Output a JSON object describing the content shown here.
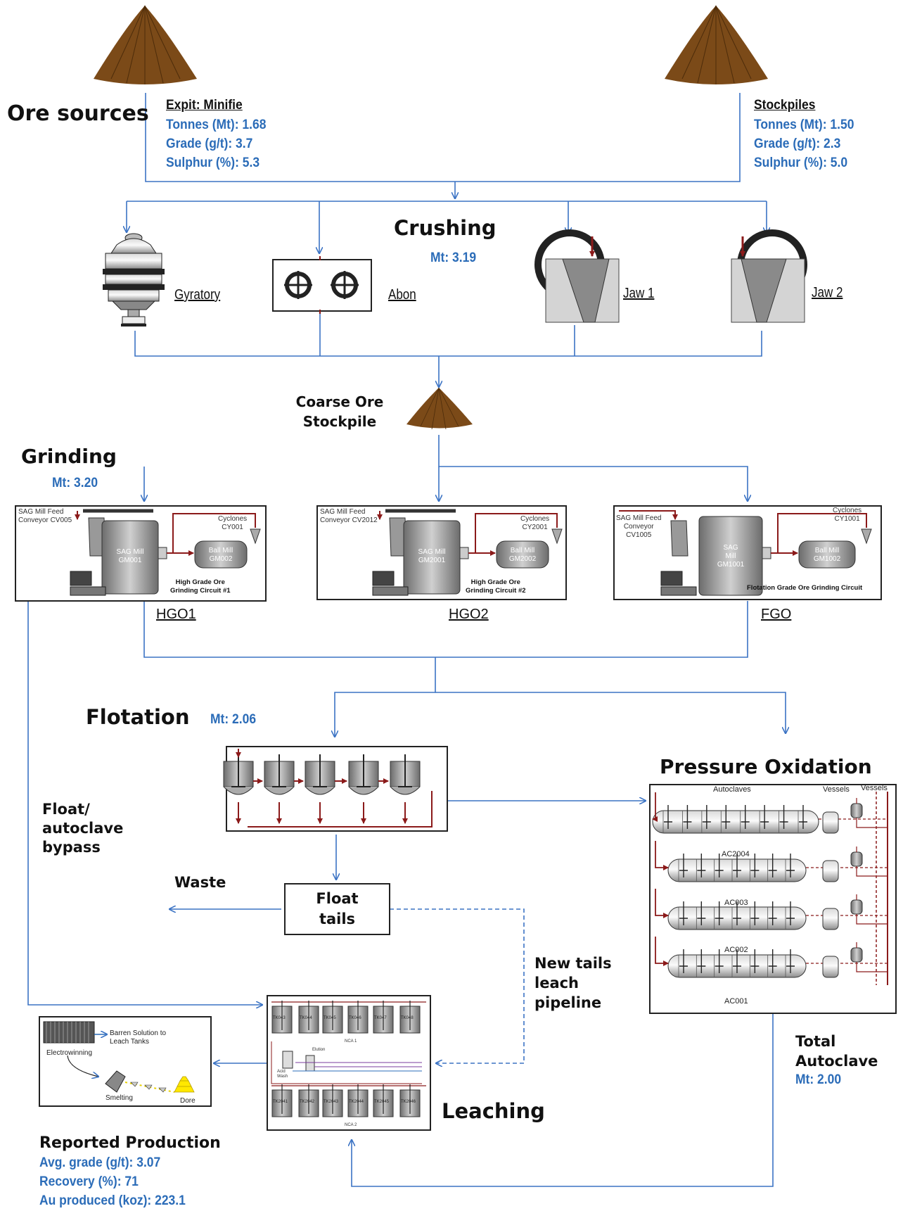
{
  "ore_sources": {
    "title": "Ore sources",
    "expit": {
      "name": "Expit: Minifie",
      "tonnes": "Tonnes (Mt): 1.68",
      "grade": "Grade (g/t): 3.7",
      "sulphur": "Sulphur (%): 5.3"
    },
    "stockpiles": {
      "name": "Stockpiles",
      "tonnes": "Tonnes (Mt): 1.50",
      "grade": "Grade (g/t): 2.3",
      "sulphur": "Sulphur (%): 5.0"
    }
  },
  "crushing": {
    "title": "Crushing",
    "mt": "Mt: 3.19",
    "crushers": [
      "Gyratory",
      "Abon",
      "Jaw 1",
      "Jaw 2"
    ]
  },
  "coarse_ore": {
    "line1": "Coarse Ore",
    "line2": "Stockpile"
  },
  "grinding": {
    "title": "Grinding",
    "mt": "Mt: 3.20",
    "circuits": [
      {
        "label": "HGO1",
        "feed_line1": "SAG Mill Feed",
        "feed_line2": "Conveyor CV005",
        "cyclones_line1": "Cyclones",
        "cyclones_line2": "CY001",
        "sag_line1": "SAG Mill",
        "sag_line2": "GM001",
        "ball_line1": "Ball Mill",
        "ball_line2": "GM002",
        "caption_line1": "High Grade Ore",
        "caption_line2": "Grinding Circuit #1"
      },
      {
        "label": "HGO2",
        "feed_line1": "SAG Mill Feed",
        "feed_line2": "Conveyor CV2012",
        "cyclones_line1": "Cyclones",
        "cyclones_line2": "CY2001",
        "sag_line1": "SAG Mill",
        "sag_line2": "GM2001",
        "ball_line1": "Ball Mill",
        "ball_line2": "GM2002",
        "caption_line1": "High Grade Ore",
        "caption_line2": "Grinding Circuit #2"
      },
      {
        "label": "FGO",
        "feed_line1": "SAG Mill Feed",
        "feed_line2": "Conveyor",
        "feed_line3": "CV1005",
        "cyclones_line1": "Cyclones",
        "cyclones_line2": "CY1001",
        "sag_line1": "SAG",
        "sag_line2": "Mill",
        "sag_line3": "GM1001",
        "ball_line1": "Ball Mill",
        "ball_line2": "GM1002",
        "caption_line1": "Flotation Grade Ore Grinding Circuit"
      }
    ]
  },
  "flotation": {
    "title": "Flotation",
    "mt": "Mt: 2.06"
  },
  "bypass": {
    "line1": "Float/",
    "line2": "autoclave",
    "line3": "bypass"
  },
  "waste": "Waste",
  "float_tails": {
    "line1": "Float",
    "line2": "tails"
  },
  "new_tails": {
    "line1": "New tails",
    "line2": "leach",
    "line3": "pipeline"
  },
  "pressure_oxidation": {
    "title": "Pressure Oxidation",
    "autoclaves_label": "Autoclaves",
    "vessels_label_1": "Vessels",
    "vessels_label_2": "Vessels",
    "units": [
      "AC2004",
      "AC003",
      "AC002",
      "AC001"
    ]
  },
  "total_autoclave": {
    "line1": "Total",
    "line2": "Autoclave",
    "mt": "Mt: 2.00"
  },
  "leaching": {
    "title": "Leaching",
    "tanks_top": [
      "TK043",
      "TK044",
      "TK045",
      "TK046",
      "TK047",
      "TK048"
    ],
    "tanks_bottom": [
      "TK2041",
      "TK2042",
      "TK2043",
      "TK2044",
      "TK2045",
      "TK2046"
    ],
    "nca1": "NCA 1",
    "nca2": "NCA 2",
    "acid_wash_line1": "Acid",
    "acid_wash_line2": "Wash",
    "elution": "Elution"
  },
  "refining": {
    "barren_line1": "Barren Solution to",
    "barren_line2": "Leach Tanks",
    "electrowinning": "Electrowinning",
    "smelting": "Smelting",
    "dore": "Dore"
  },
  "production": {
    "title": "Reported Production",
    "grade": "Avg. grade (g/t): 3.07",
    "recovery": "Recovery (%): 71",
    "au": "Au produced (koz): 223.1"
  },
  "colors": {
    "flow_line": "#3b73c4",
    "ore_pile": "#7b4a18",
    "process_line": "#8b1a1a",
    "value_text": "#2b6cb8"
  }
}
